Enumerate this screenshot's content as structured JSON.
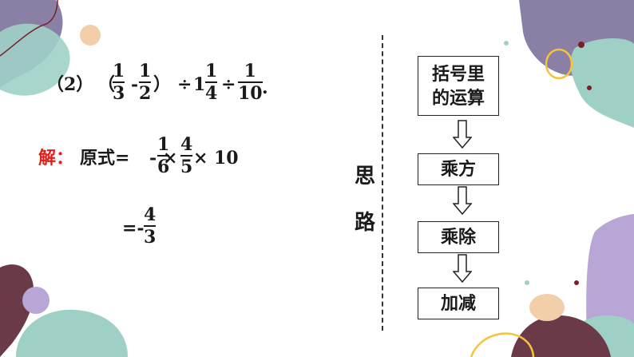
{
  "problem": {
    "number": "（2）",
    "open_paren": "（",
    "frac1": {
      "num": "1",
      "den": "3"
    },
    "minus": "-",
    "frac2": {
      "num": "1",
      "den": "2"
    },
    "close_paren": "）",
    "divide1": "÷",
    "mixed_whole": "1",
    "frac3": {
      "num": "1",
      "den": "4"
    },
    "divide2": "÷",
    "frac4": {
      "num": "1",
      "den": "10"
    },
    "period": "."
  },
  "solution": {
    "jie_label": "解：",
    "line1_prefix": "原式=",
    "minus": "-",
    "fracA": {
      "num": "1",
      "den": "6"
    },
    "times1": "×",
    "fracB": {
      "num": "4",
      "den": "5"
    },
    "times2": "×",
    "last": "10",
    "line2_prefix": "=-",
    "fracC": {
      "num": "4",
      "den": "3"
    }
  },
  "side": {
    "char1": "思",
    "char2": "路"
  },
  "flow": {
    "step1": "括号里的运算",
    "step2": "乘方",
    "step3": "乘除",
    "step4": "加减"
  },
  "colors": {
    "accent_red": "#e0211b",
    "purple": "#8a7fa5",
    "teal": "#9fd0c6",
    "maroon": "#6b3a48",
    "peach": "#f2cfa8",
    "lavender": "#b8a6d6"
  }
}
